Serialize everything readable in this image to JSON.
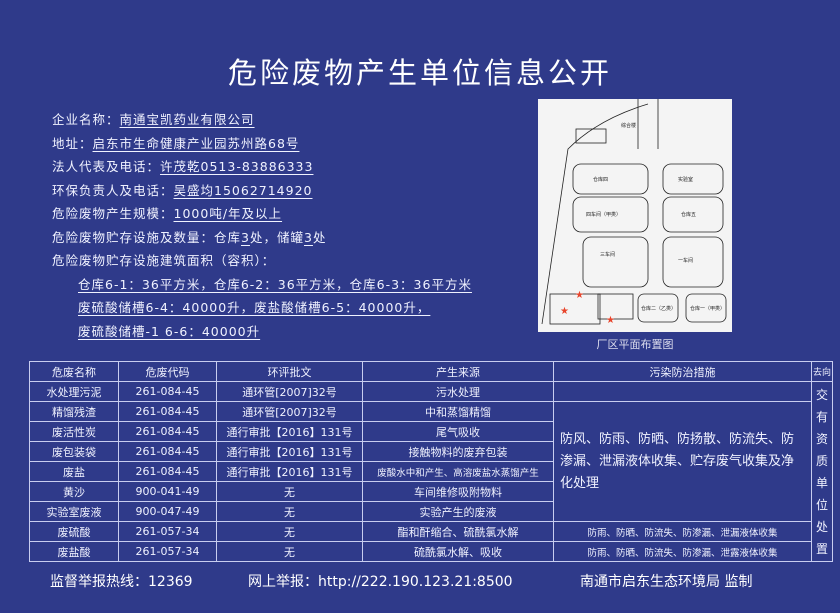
{
  "title": "危险废物产生单位信息公开",
  "info": {
    "company_label": "企业名称：",
    "company": "南通宝凯药业有限公司",
    "address_label": "地址：",
    "address": "启东市生命健康产业园苏州路68号",
    "legal_label": "法人代表及电话：",
    "legal": "许茂乾0513-83886333",
    "env_label": "环保负责人及电话：",
    "env": "吴盛均15062714920",
    "scale_label": "危险废物产生规模：",
    "scale": "1000吨/年及以上",
    "storage_label": "危险废物贮存设施及数量：仓库",
    "storage_warehouses": "3",
    "storage_mid": "处，储罐",
    "storage_tanks": "3",
    "storage_end": "处",
    "area_label": "危险废物贮存设施建筑面积（容积）：",
    "area_lines": [
      "仓库6-1：36平方米，仓库6-2：36平方米，仓库6-3：36平方米",
      "废硫酸储槽6-4：40000升，废盐酸储槽6-5：40000升，",
      "废硫酸储槽-1 6-6：40000升"
    ]
  },
  "map": {
    "caption": "厂区平面布置图",
    "labels": [
      "综合楼",
      "仓库四",
      "实验室",
      "四车间（甲类）",
      "仓库五",
      "三车间",
      "一车间",
      "仓库二（乙类）",
      "仓库一（甲类）"
    ]
  },
  "table": {
    "headers": [
      "危废名称",
      "危废代码",
      "环评批文",
      "产生来源",
      "污染防治措施",
      "去向"
    ],
    "rows": [
      [
        "水处理污泥",
        "261-084-45",
        "通环管[2007]32号",
        "污水处理"
      ],
      [
        "精馏残渣",
        "261-084-45",
        "通环管[2007]32号",
        "中和蒸馏精馏"
      ],
      [
        "废活性炭",
        "261-084-45",
        "通行审批【2016】131号",
        "尾气吸收"
      ],
      [
        "废包装袋",
        "261-084-45",
        "通行审批【2016】131号",
        "接触物料的废弃包装"
      ],
      [
        "废盐",
        "261-084-45",
        "通行审批【2016】131号",
        "废酸水中和产生、高溶废盐水蒸馏产生"
      ],
      [
        "黄沙",
        "900-041-49",
        "无",
        "车间维修吸附物料"
      ],
      [
        "实验室废液",
        "900-047-49",
        "无",
        "实验产生的废液"
      ],
      [
        "废硫酸",
        "261-057-34",
        "无",
        "酯和酐缩合、硫酰氯水解"
      ],
      [
        "废盐酸",
        "261-057-34",
        "无",
        "硫酰氯水解、吸收"
      ]
    ],
    "measures_main": "防风、防雨、防晒、防扬散、防流失、防渗漏、泄漏液体收集、贮存废气收集及净化处理",
    "measures_acid1": "防雨、防晒、防流失、防渗漏、泄漏液体收集",
    "measures_acid2": "防雨、防晒、防流失、防渗漏、泄露液体收集",
    "destination": "交有资质单位处置"
  },
  "footer": {
    "hotline": "监督举报热线：12369",
    "web": "网上举报：http://222.190.123.21:8500",
    "supervisor": "南通市启东生态环境局 监制"
  },
  "colors": {
    "background": "#2f3a8a",
    "marker": "#e8452c"
  }
}
